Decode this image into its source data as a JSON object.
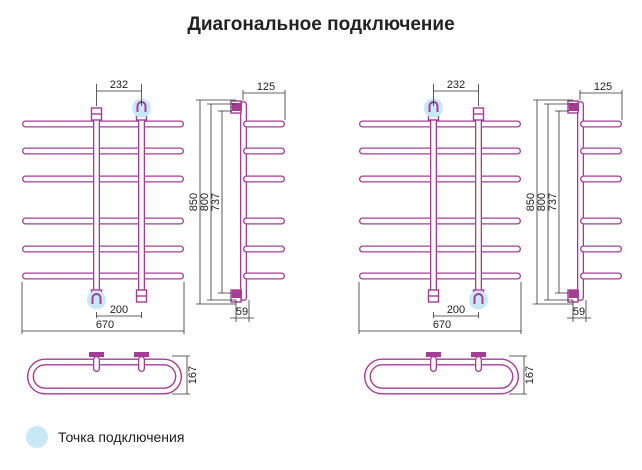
{
  "title": "Диагональное подключение",
  "colors": {
    "tube": "#a53d96",
    "tube_inner": "#ffffff",
    "connection_point": "#c9e8f6",
    "dimension_line": "#333333"
  },
  "variants": [
    {
      "connection_top": "right",
      "connection_bottom": "left",
      "dims": {
        "top_spacing": "232",
        "bottom_spacing": "200",
        "overall_width": "670",
        "side_depth": "125",
        "height_total": "850",
        "height_mid": "800",
        "height_axis": "737",
        "bottom_offset": "59",
        "plan_depth": "167"
      }
    },
    {
      "connection_top": "left",
      "connection_bottom": "right",
      "dims": {
        "top_spacing": "232",
        "bottom_spacing": "200",
        "overall_width": "670",
        "side_depth": "125",
        "height_total": "850",
        "height_mid": "800",
        "height_axis": "737",
        "bottom_offset": "59",
        "plan_depth": "167"
      }
    }
  ],
  "legend": {
    "label": "Точка подключения",
    "icon": "light-blue-circle"
  }
}
